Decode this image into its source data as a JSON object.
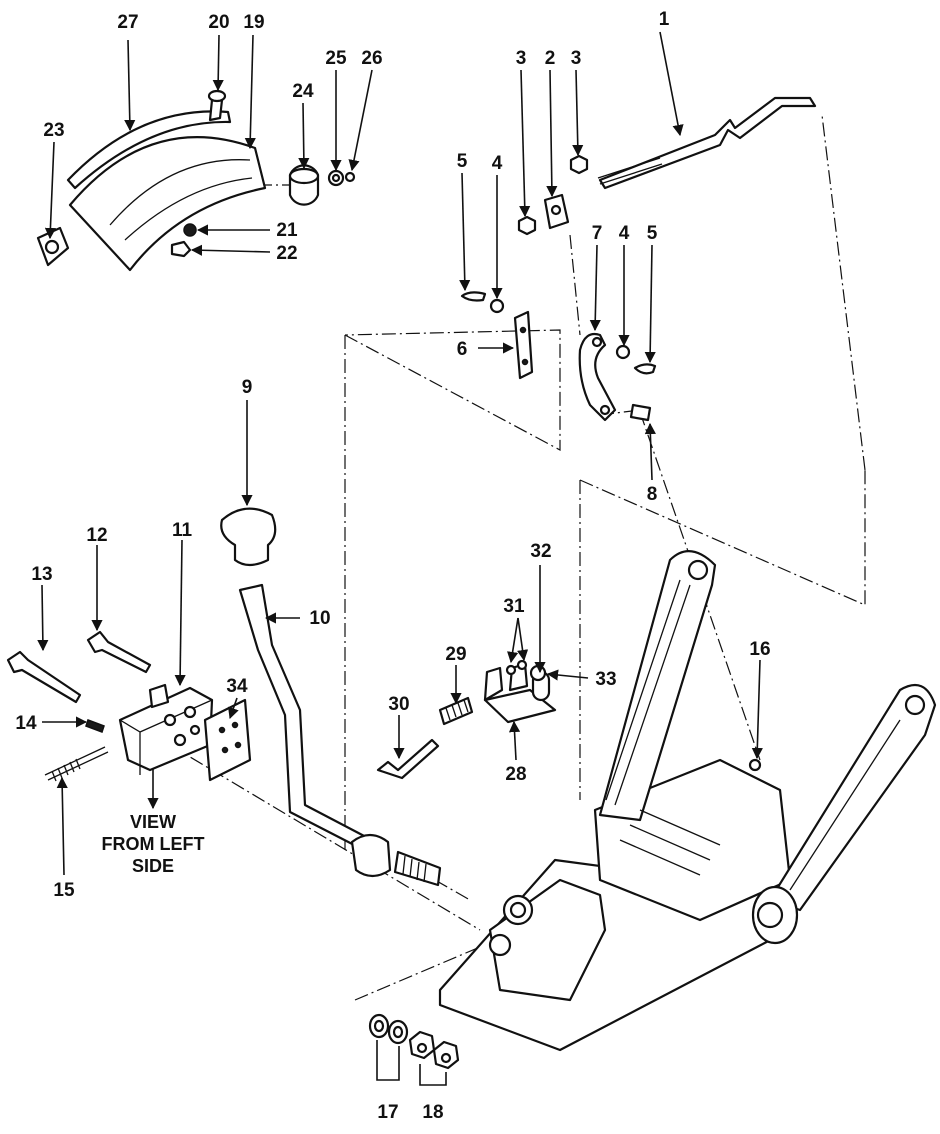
{
  "callouts": [
    "1",
    "2",
    "3",
    "3",
    "4",
    "4",
    "5",
    "5",
    "6",
    "7",
    "8",
    "9",
    "10",
    "11",
    "12",
    "13",
    "14",
    "15",
    "16",
    "17",
    "18",
    "19",
    "20",
    "21",
    "22",
    "23",
    "24",
    "25",
    "26",
    "27",
    "28",
    "29",
    "30",
    "31",
    "32",
    "33",
    "34"
  ],
  "note_lines": [
    "VIEW",
    "FROM LEFT",
    "SIDE"
  ]
}
